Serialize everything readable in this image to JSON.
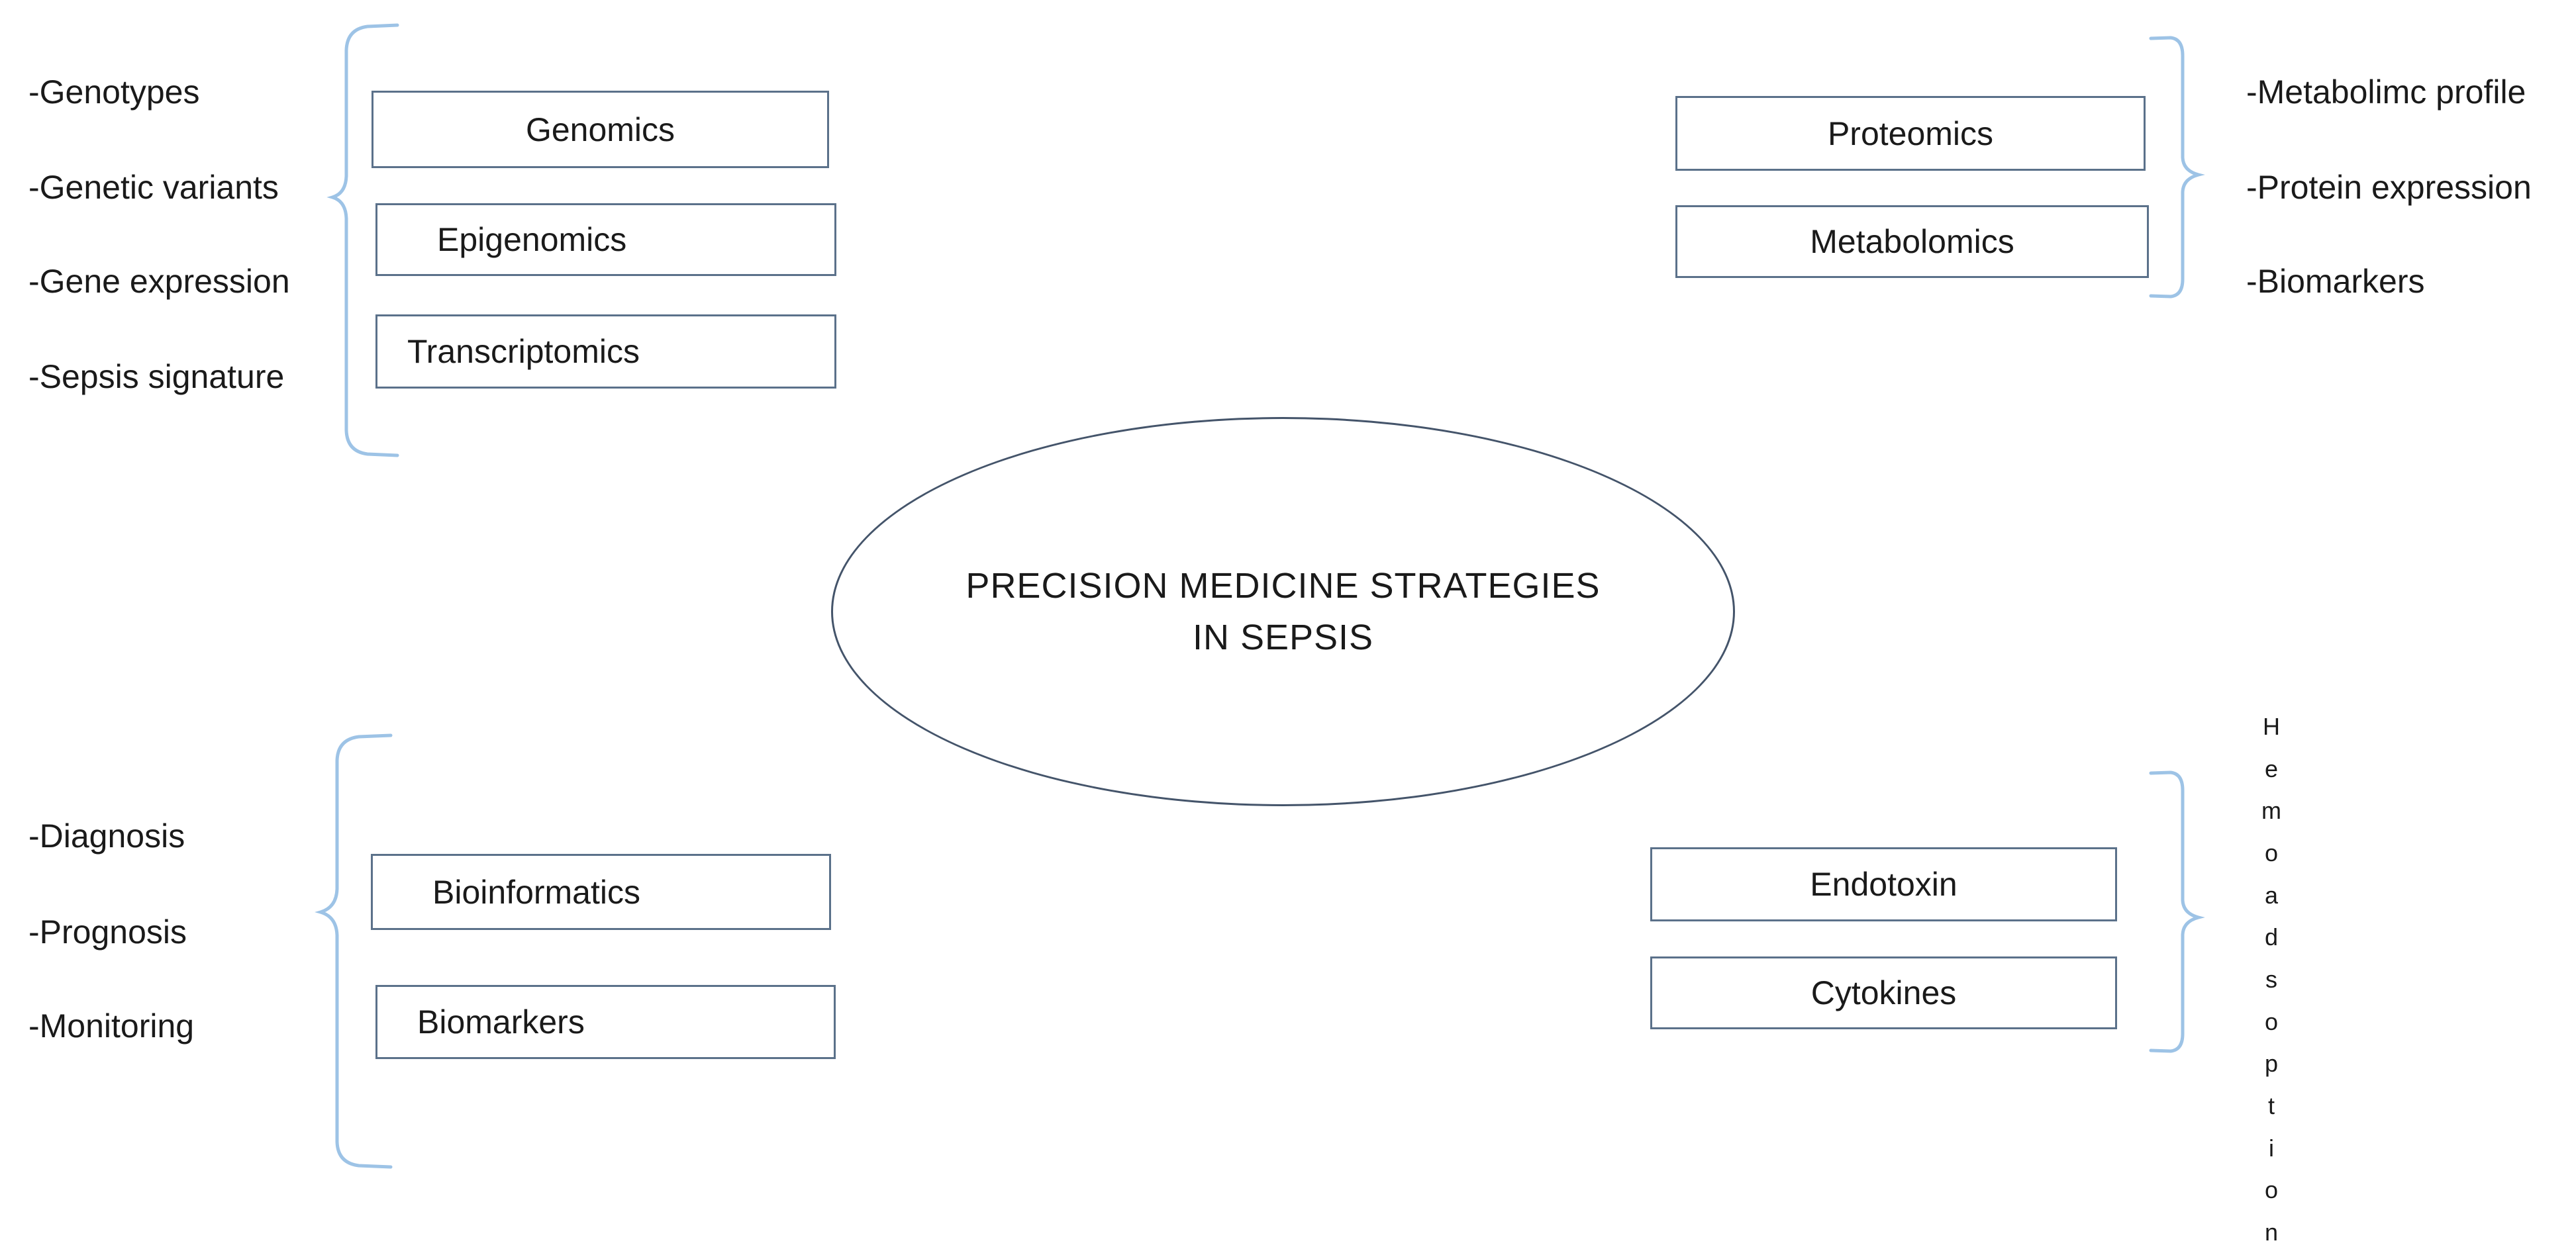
{
  "diagram": {
    "title": "Precision medicine strategies in sepsis concept map",
    "center": {
      "text": "PRECISION MEDICINE STRATEGIES\nIN SEPSIS",
      "line1": "PRECISION MEDICINE STRATEGIES",
      "line2": "IN SEPSIS"
    },
    "colors": {
      "box_border": "#5b718a",
      "brace": "#9dc3e6",
      "ellipse_border": "#44546a",
      "text": "#1a1a1a",
      "background": "#ffffff"
    },
    "quadrants": {
      "top_left": {
        "group_name": "omics-inputs",
        "labels": [
          "-Genotypes",
          "-Genetic variants",
          "-Gene expression",
          "-Sepsis signature"
        ],
        "boxes": [
          "Genomics",
          "Epigenomics",
          "Transcriptomics"
        ]
      },
      "top_right": {
        "group_name": "molecular-profiling",
        "boxes": [
          "Proteomics",
          "Metabolomics"
        ],
        "labels": [
          "-Metabolimc profile",
          "-Protein expression",
          "-Biomarkers"
        ]
      },
      "bottom_left": {
        "group_name": "clinical-applications",
        "labels": [
          "-Diagnosis",
          "-Prognosis",
          "-Monitoring"
        ],
        "boxes": [
          "Bioinformatics",
          "Biomarkers"
        ]
      },
      "bottom_right": {
        "group_name": "blood-purification-targets",
        "boxes": [
          "Endotoxin",
          "Cytokines"
        ],
        "vertical_label": "Hemoadsoption",
        "vertical_letters": [
          "H",
          "e",
          "m",
          "o",
          "a",
          "d",
          "s",
          "o",
          "p",
          "t",
          "i",
          "o",
          "n"
        ]
      }
    }
  }
}
